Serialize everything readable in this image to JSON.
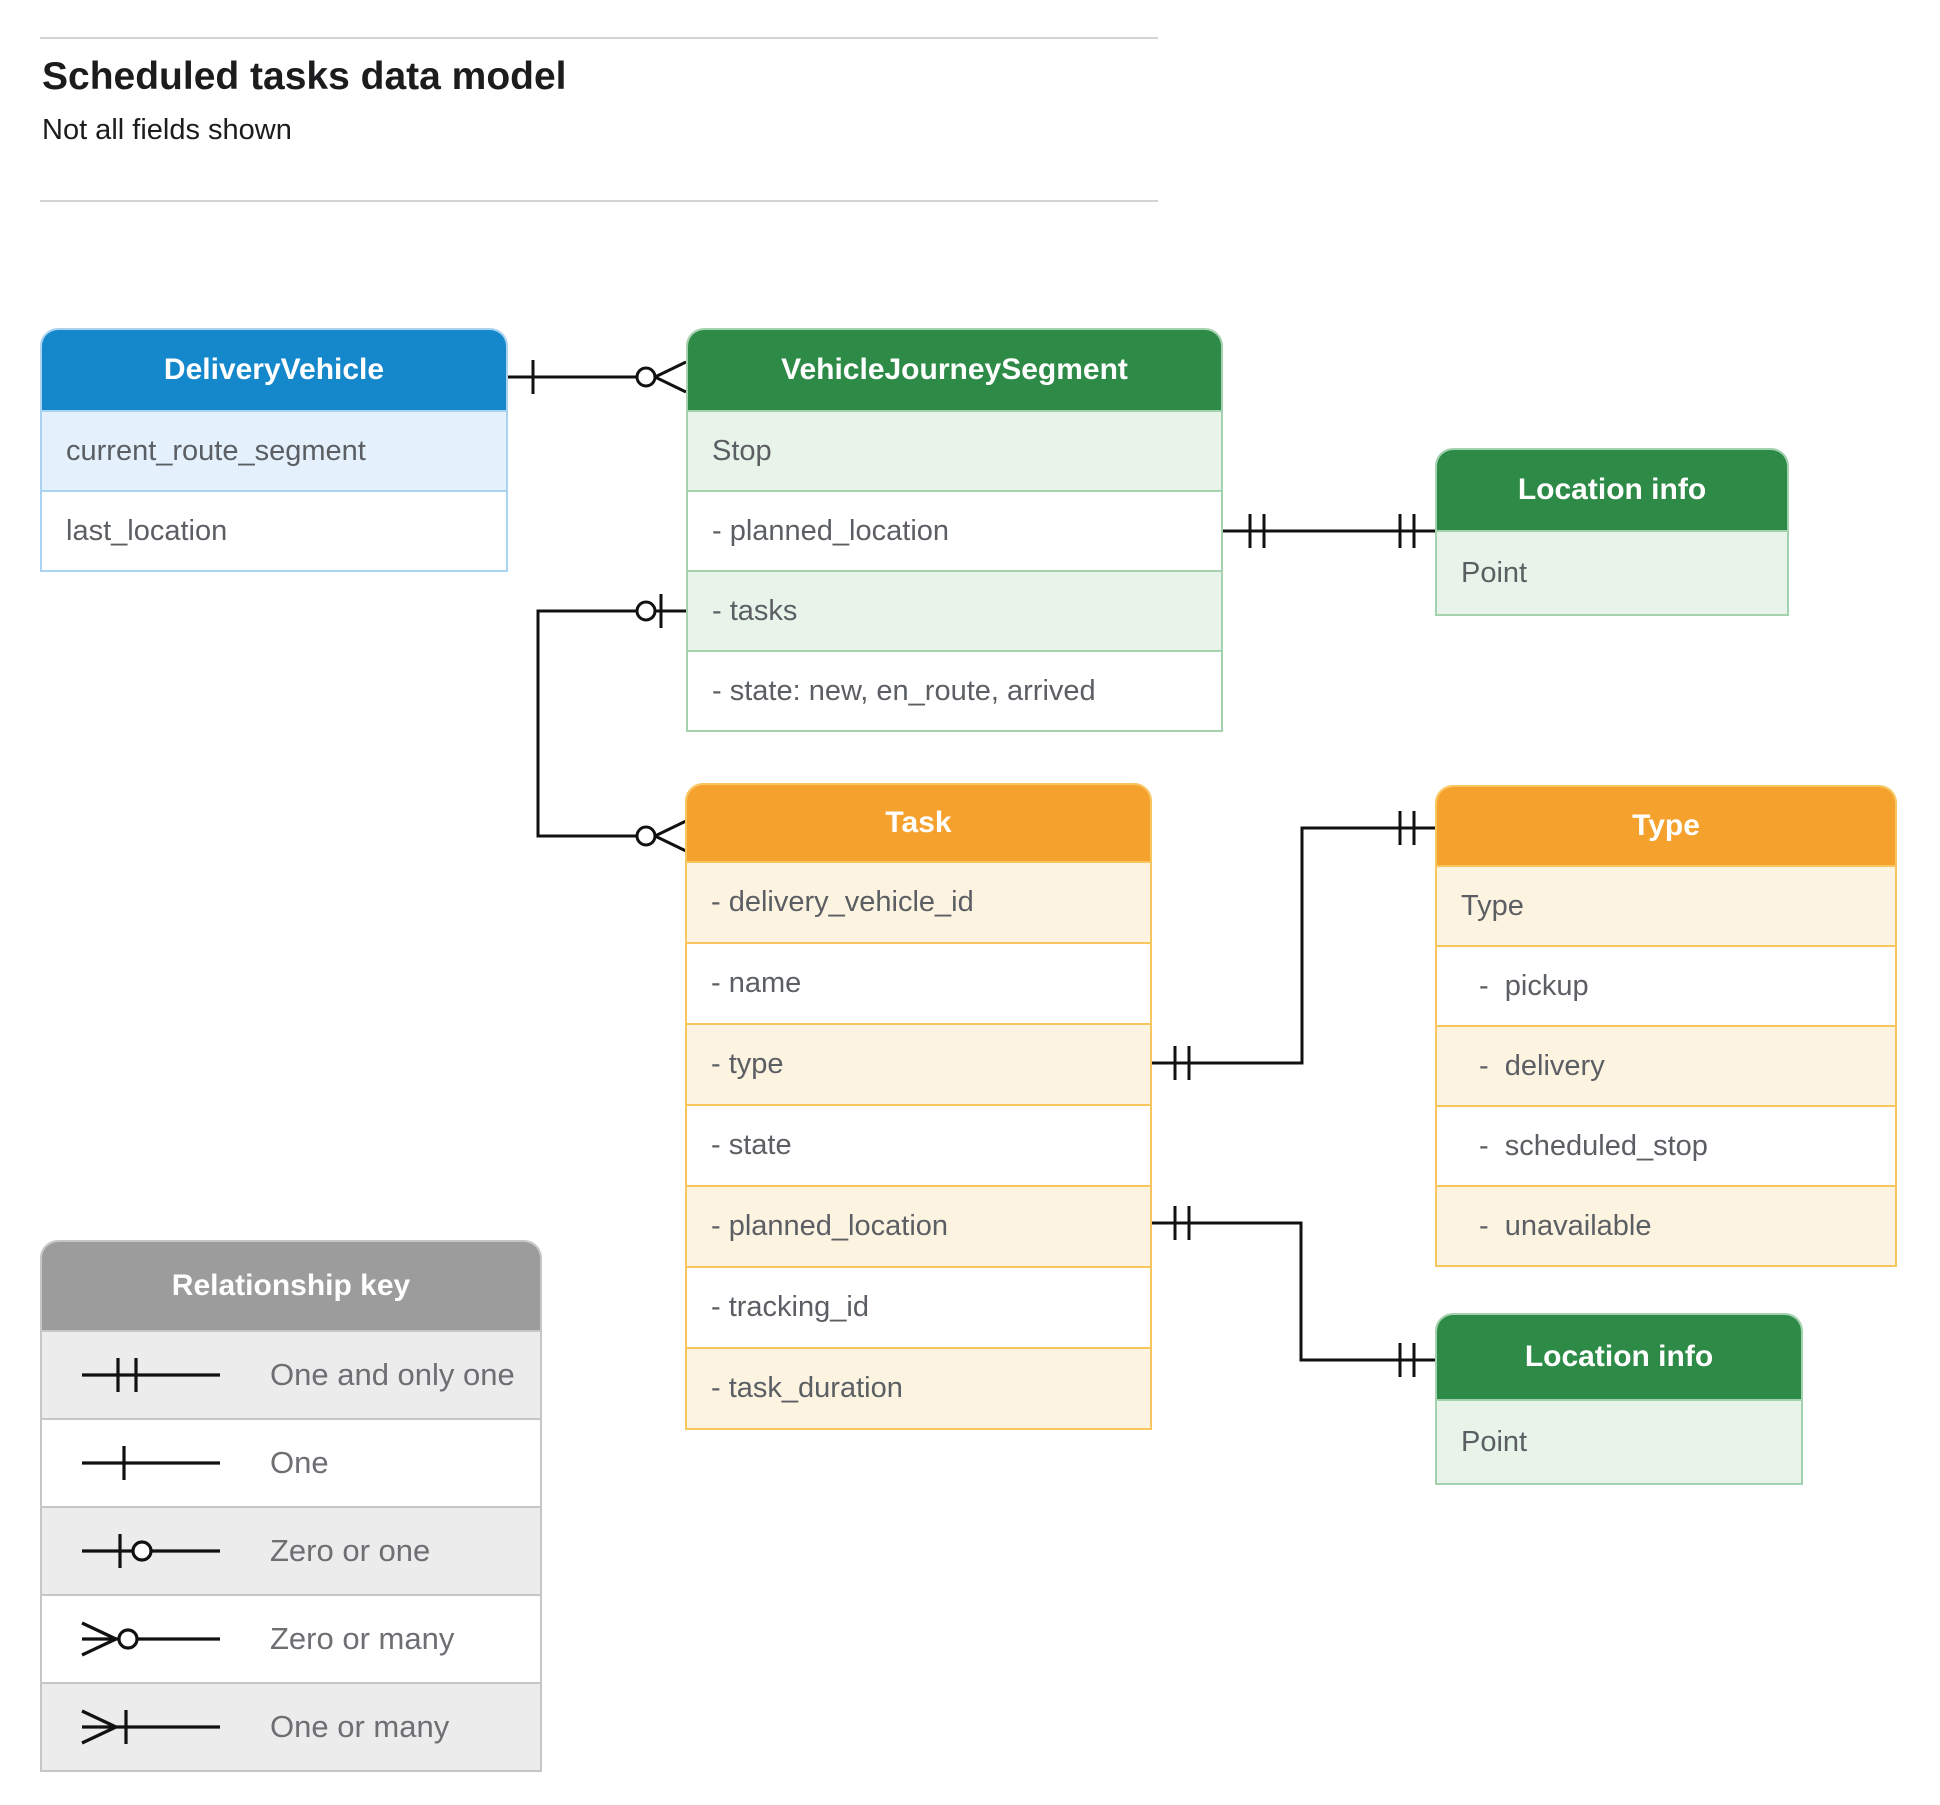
{
  "page": {
    "title": "Scheduled tasks data model",
    "subtitle": "Not all fields shown"
  },
  "entities": {
    "dv": {
      "title": "DeliveryVehicle",
      "rows": [
        "current_route_segment",
        "last_location"
      ]
    },
    "vjs": {
      "title": "VehicleJourneySegment",
      "rows": [
        "Stop",
        "- planned_location",
        "- tasks",
        "- state: new, en_route, arrived"
      ]
    },
    "li1": {
      "title": "Location info",
      "rows": [
        "Point"
      ]
    },
    "task": {
      "title": "Task",
      "rows": [
        "- delivery_vehicle_id",
        "- name",
        "- type",
        "- state",
        "- planned_location",
        "- tracking_id",
        "- task_duration"
      ]
    },
    "type": {
      "title": "Type",
      "rows": [
        "Type",
        "-  pickup",
        "-  delivery",
        "-  scheduled_stop",
        "-  unavailable"
      ]
    },
    "li2": {
      "title": "Location info",
      "rows": [
        "Point"
      ]
    }
  },
  "legend": {
    "title": "Relationship key",
    "items": [
      {
        "symbol": "one-and-only-one",
        "label": "One and only one"
      },
      {
        "symbol": "one",
        "label": "One"
      },
      {
        "symbol": "zero-or-one",
        "label": "Zero or one"
      },
      {
        "symbol": "zero-or-many",
        "label": "Zero or many"
      },
      {
        "symbol": "one-or-many",
        "label": "One or many"
      }
    ]
  },
  "relationships": [
    {
      "from": "DeliveryVehicle",
      "to": "VehicleJourneySegment",
      "from_cardinality": "one",
      "to_cardinality": "zero-or-many"
    },
    {
      "from": "VehicleJourneySegment.tasks",
      "to": "Task",
      "from_cardinality": "zero-or-one",
      "to_cardinality": "zero-or-many"
    },
    {
      "from": "VehicleJourneySegment.planned_location",
      "to": "Location info",
      "from_cardinality": "one-and-only-one",
      "to_cardinality": "one-and-only-one"
    },
    {
      "from": "Task.type",
      "to": "Type",
      "from_cardinality": "one-and-only-one",
      "to_cardinality": "one-and-only-one"
    },
    {
      "from": "Task.planned_location",
      "to": "Location info",
      "from_cardinality": "one-and-only-one",
      "to_cardinality": "one-and-only-one"
    }
  ],
  "colors": {
    "blue": "#1588cb",
    "green": "#2e8b47",
    "orange": "#f5a12d",
    "gray": "#9c9c9c",
    "line": "#111111"
  }
}
